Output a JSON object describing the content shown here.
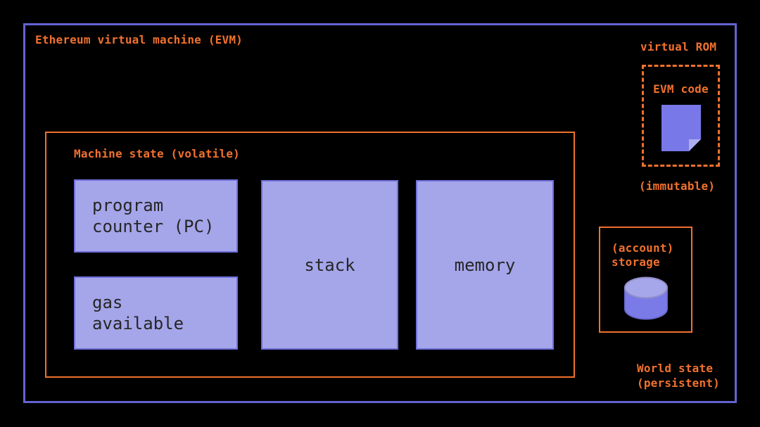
{
  "diagram": {
    "title": "Ethereum virtual machine (EVM)",
    "machine_state": {
      "label": "Machine state (volatile)",
      "boxes": [
        {
          "name": "program-counter",
          "label": "program\ncounter (PC)"
        },
        {
          "name": "gas-available",
          "label": "gas\navailable"
        },
        {
          "name": "stack",
          "label": "stack"
        },
        {
          "name": "memory",
          "label": "memory"
        }
      ]
    },
    "virtual_rom": {
      "title": "virtual ROM",
      "code_label": "EVM code",
      "icon": "page-icon",
      "note": "(immutable)"
    },
    "world_state": {
      "storage_label": "(account)\nstorage",
      "storage_icon": "database-icon",
      "caption": "World state\n(persistent)"
    },
    "colors": {
      "background": "#000000",
      "frame_blue": "#6363d1",
      "accent_orange": "#f0712e",
      "box_fill": "#a5a5ea",
      "box_border": "#7070dc",
      "box_text": "#262626",
      "icon_purple": "#7878e8",
      "icon_purple_light": "#aeaeee"
    }
  }
}
